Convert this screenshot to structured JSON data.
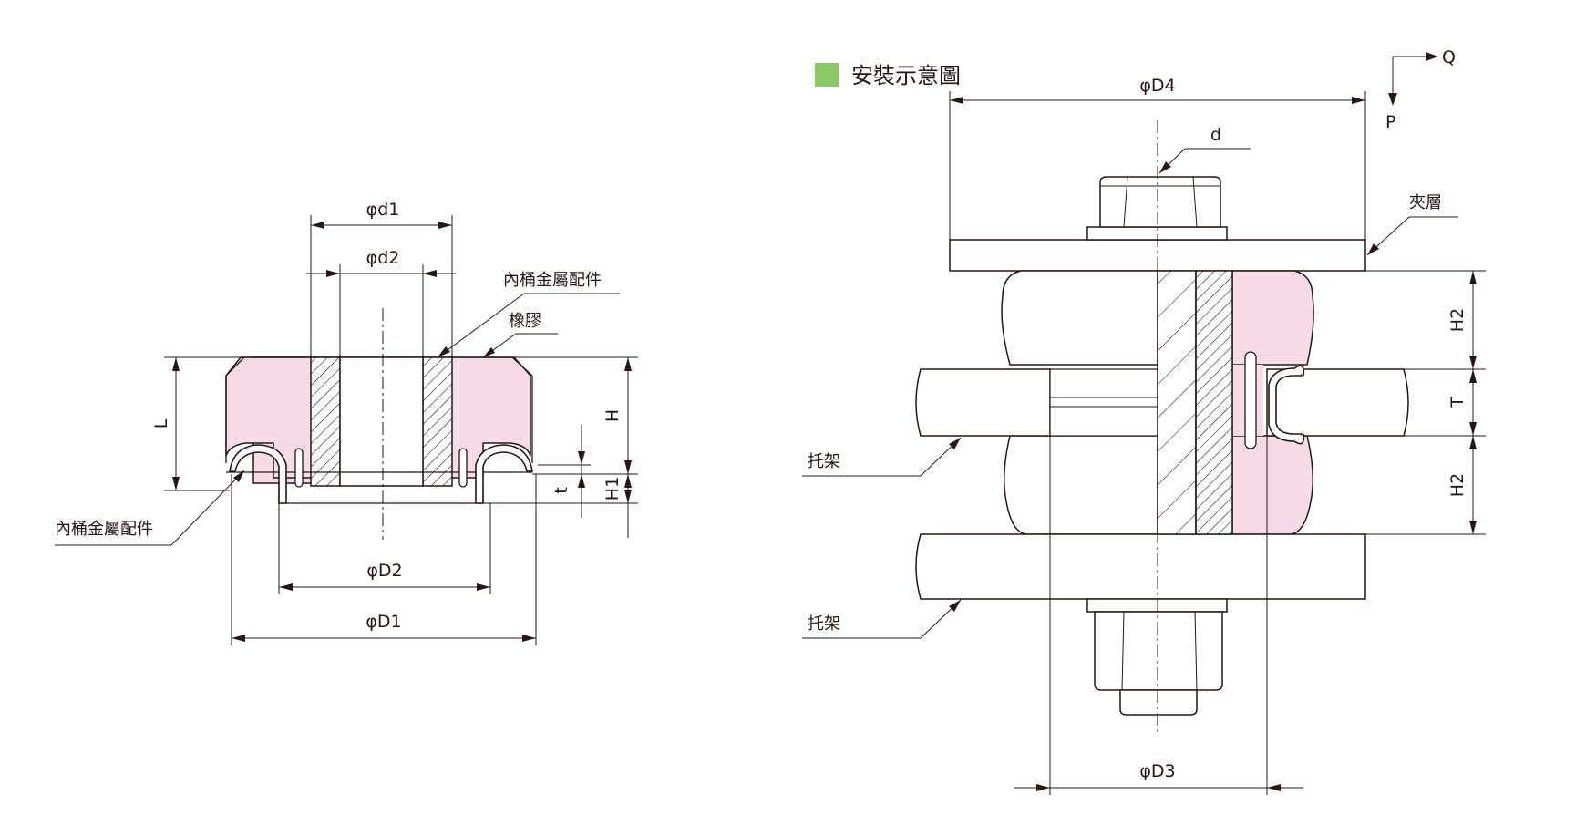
{
  "legend": {
    "color": "#8cc866",
    "text": "安裝示意圖"
  },
  "colors": {
    "rubber": "#f7dce8",
    "line": "#231815"
  },
  "left_view": {
    "dims": {
      "d1": "φd1",
      "d2": "φd2",
      "D2": "φD2",
      "D1": "φD1",
      "L": "L",
      "H": "H",
      "H1": "H1",
      "t": "t"
    },
    "callouts": {
      "inner_metal_top": "內桶金屬配件",
      "rubber": "橡膠",
      "inner_metal_bottom": "內桶金屬配件"
    }
  },
  "right_view": {
    "dims": {
      "D4": "φD4",
      "D3": "φD3",
      "d": "d",
      "H2_top": "H2",
      "T": "T",
      "H2_bottom": "H2"
    },
    "callouts": {
      "interlayer": "夾層",
      "bracket_top": "托架",
      "bracket_bottom": "托架"
    },
    "load_axes": {
      "Q": "Q",
      "P": "P"
    }
  }
}
